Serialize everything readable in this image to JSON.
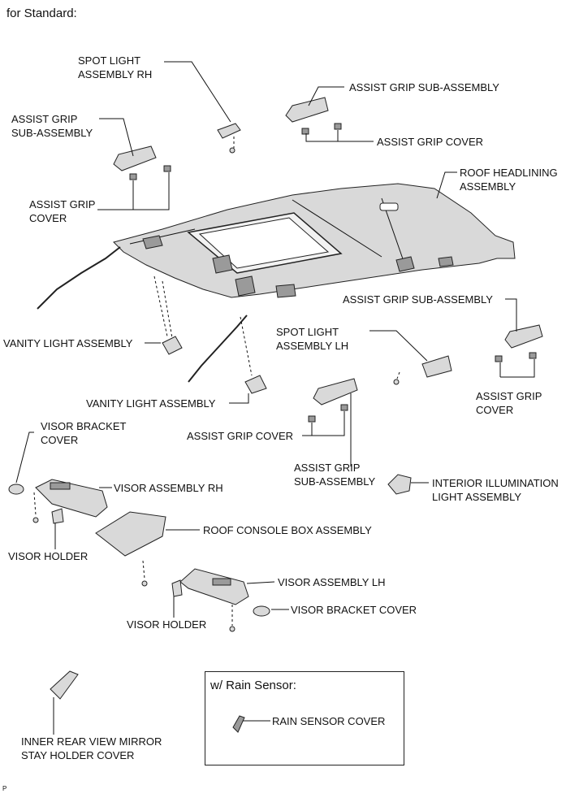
{
  "heading": "for Standard:",
  "labels": {
    "spot_light_rh": [
      "SPOT LIGHT",
      "ASSEMBLY RH"
    ],
    "assist_grip_top": "ASSIST GRIP SUB-ASSEMBLY",
    "assist_grip_cover_top": "ASSIST GRIP COVER",
    "assist_grip_left": [
      "ASSIST GRIP",
      "SUB-ASSEMBLY"
    ],
    "assist_grip_cover_left": [
      "ASSIST GRIP",
      "COVER"
    ],
    "roof_headlining": [
      "ROOF HEADLINING",
      "ASSEMBLY"
    ],
    "assist_grip_right": "ASSIST GRIP SUB-ASSEMBLY",
    "assist_grip_cover_right": [
      "ASSIST GRIP",
      "COVER"
    ],
    "vanity_light_1": "VANITY LIGHT ASSEMBLY",
    "vanity_light_2": "VANITY LIGHT ASSEMBLY",
    "spot_light_lh": [
      "SPOT LIGHT",
      "ASSEMBLY LH"
    ],
    "visor_bracket_cover_left": [
      "VISOR BRACKET",
      "COVER"
    ],
    "assist_grip_cover_mid": "ASSIST GRIP COVER",
    "assist_grip_mid": [
      "ASSIST GRIP",
      "SUB-ASSEMBLY"
    ],
    "interior_illumination": [
      "INTERIOR ILLUMINATION",
      "LIGHT ASSEMBLY"
    ],
    "visor_rh": "VISOR ASSEMBLY RH",
    "roof_console": "ROOF CONSOLE BOX ASSEMBLY",
    "visor_holder_left": "VISOR HOLDER",
    "visor_lh": "VISOR ASSEMBLY LH",
    "visor_bracket_cover_right": "VISOR BRACKET COVER",
    "visor_holder_right": "VISOR HOLDER",
    "inner_mirror": [
      "INNER REAR VIEW MIRROR",
      "STAY HOLDER COVER"
    ]
  },
  "rain_sensor": {
    "title": "w/ Rain Sensor:",
    "label": "RAIN SENSOR COVER"
  },
  "footer_code": "P"
}
